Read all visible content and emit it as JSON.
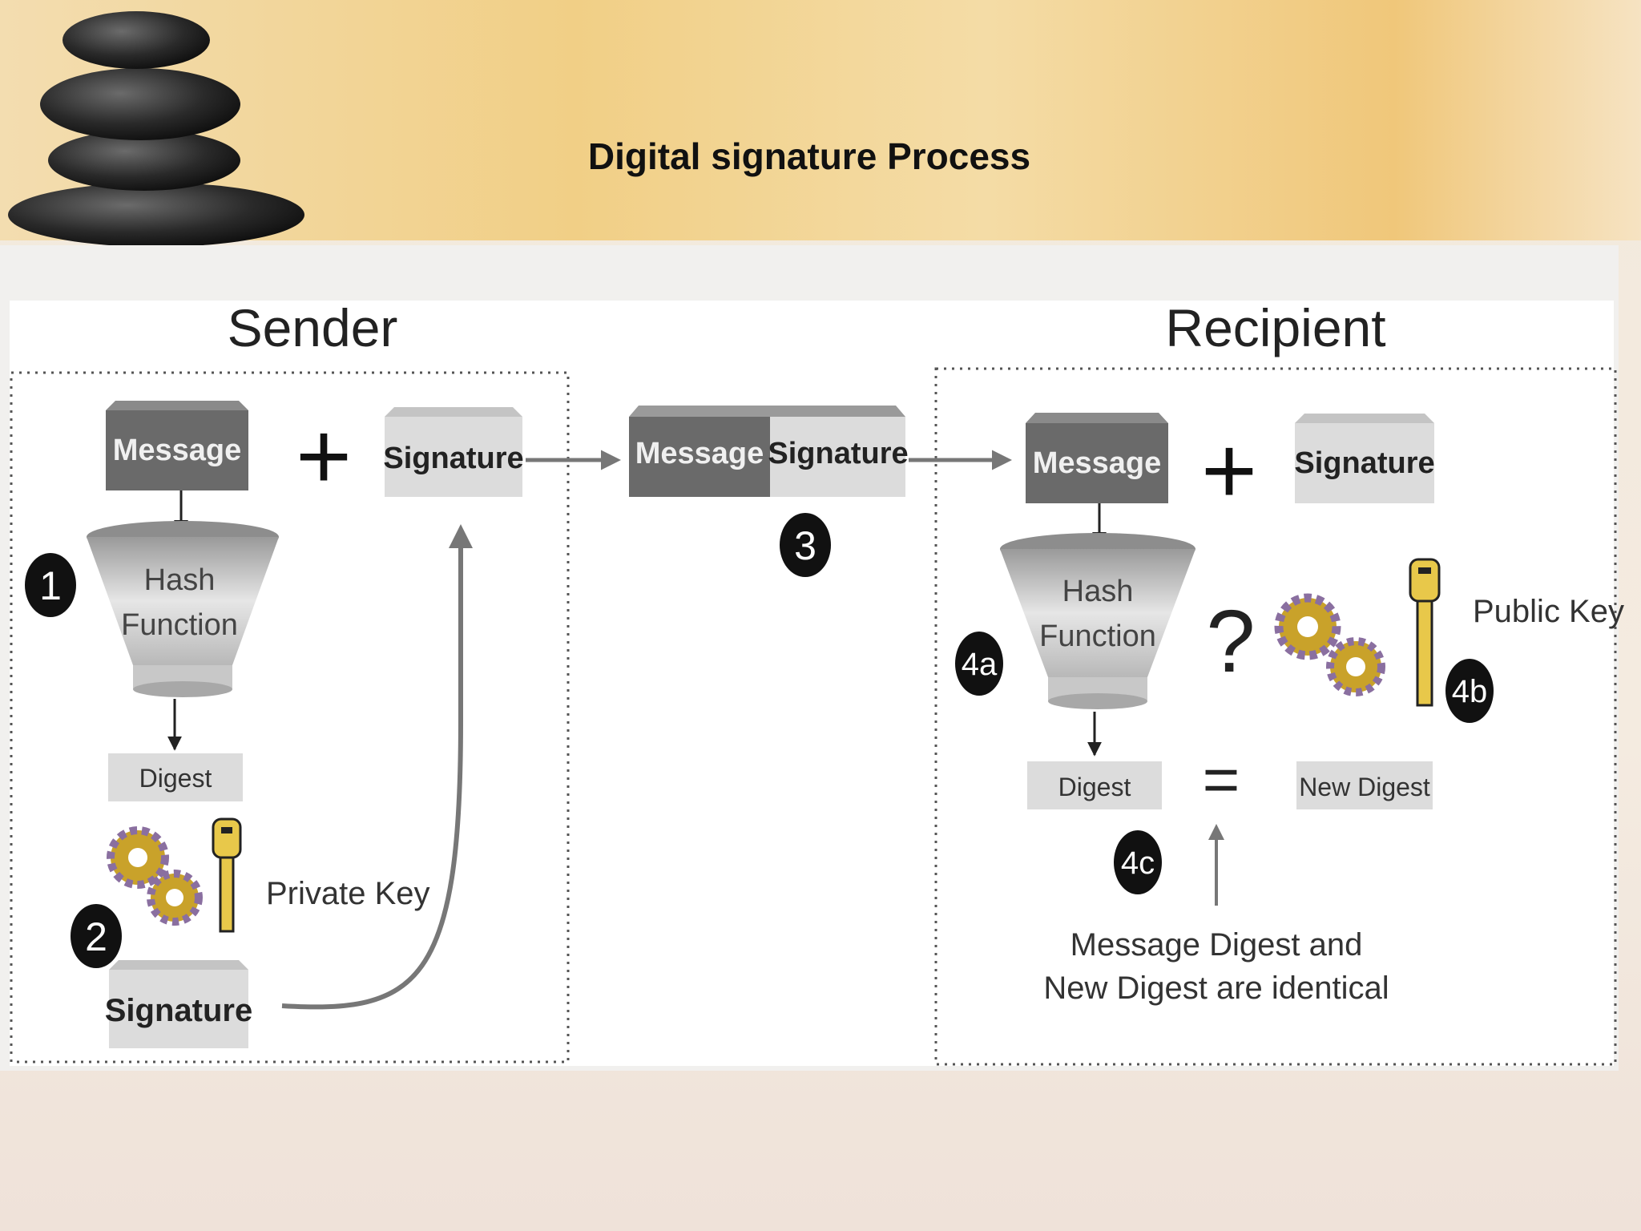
{
  "title": "Digital signature Process",
  "sender": {
    "heading": "Sender",
    "message": "Message",
    "signature": "Signature",
    "hash_line1": "Hash",
    "hash_line2": "Function",
    "digest": "Digest",
    "private_key": "Private Key",
    "signature_out": "Signature",
    "step1": "1",
    "step2": "2"
  },
  "transit": {
    "message": "Message",
    "signature": "Signature",
    "step3": "3"
  },
  "recipient": {
    "heading": "Recipient",
    "message": "Message",
    "signature": "Signature",
    "hash_line1": "Hash",
    "hash_line2": "Function",
    "question": "?",
    "public_key": "Public Key",
    "digest": "Digest",
    "equals": "=",
    "new_digest": "New Digest",
    "note_line1": "Message Digest and",
    "note_line2": "New Digest are identical",
    "step4a": "4a",
    "step4b": "4b",
    "step4c": "4c"
  },
  "colors": {
    "dark_box": "#6a6a6a",
    "light_box": "#dcdcdc",
    "gear": "#c9a22a",
    "key": "#e8c84a"
  }
}
